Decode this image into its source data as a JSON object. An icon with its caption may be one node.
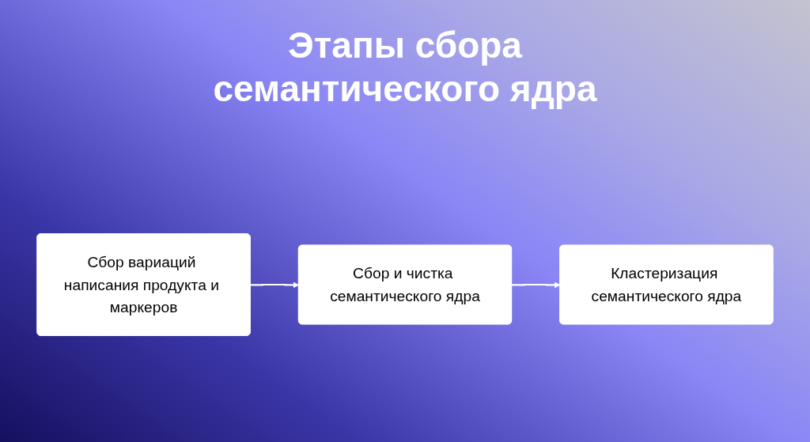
{
  "diagram": {
    "title": "Этапы сбора семантического ядра",
    "nodes": [
      {
        "text": [
          "Сбор вариаций написания продукта и маркеров"
        ]
      },
      {
        "text": [
          "Сбор и чистка семантического ядра"
        ]
      },
      {
        "text": [
          "Кластеризация семантического ядра"
        ]
      }
    ],
    "edges": [
      {
        "from": 0,
        "to": 1,
        "arrow": "to"
      },
      {
        "from": 1,
        "to": 2,
        "arrow": "to"
      }
    ]
  }
}
